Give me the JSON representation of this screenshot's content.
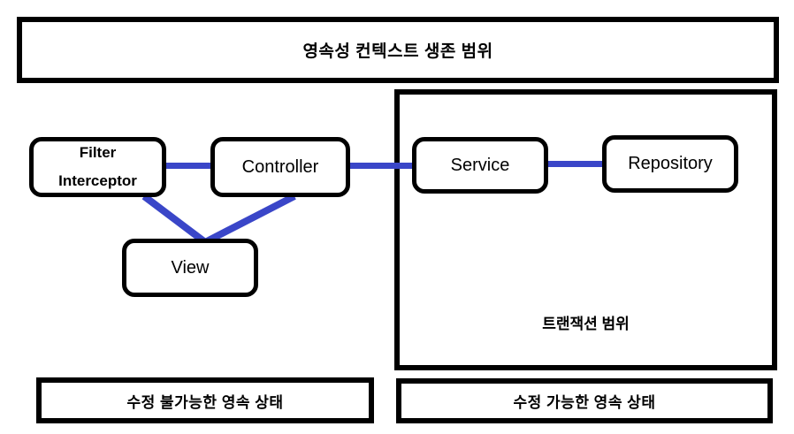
{
  "diagram": {
    "title_banner": {
      "label": "영속성 컨텍스트 생존 범위"
    },
    "transaction_scope": {
      "label": "트랜잭션 범위"
    },
    "state_labels": {
      "readonly": "수정 불가능한 영속 상태",
      "writable": "수정 가능한 영속 상태"
    },
    "nodes": {
      "filter_interceptor": {
        "line1": "Filter",
        "line2": "Interceptor"
      },
      "controller": {
        "label": "Controller"
      },
      "view": {
        "label": "View"
      },
      "service": {
        "label": "Service"
      },
      "repository": {
        "label": "Repository"
      }
    },
    "colors": {
      "connector": "#3a46c8",
      "outline": "#000000",
      "background": "#ffffff"
    },
    "connections": [
      {
        "from": "filter_interceptor",
        "to": "controller"
      },
      {
        "from": "controller",
        "to": "service"
      },
      {
        "from": "service",
        "to": "repository"
      },
      {
        "from": "filter_interceptor",
        "to": "view"
      },
      {
        "from": "controller",
        "to": "view"
      }
    ]
  }
}
